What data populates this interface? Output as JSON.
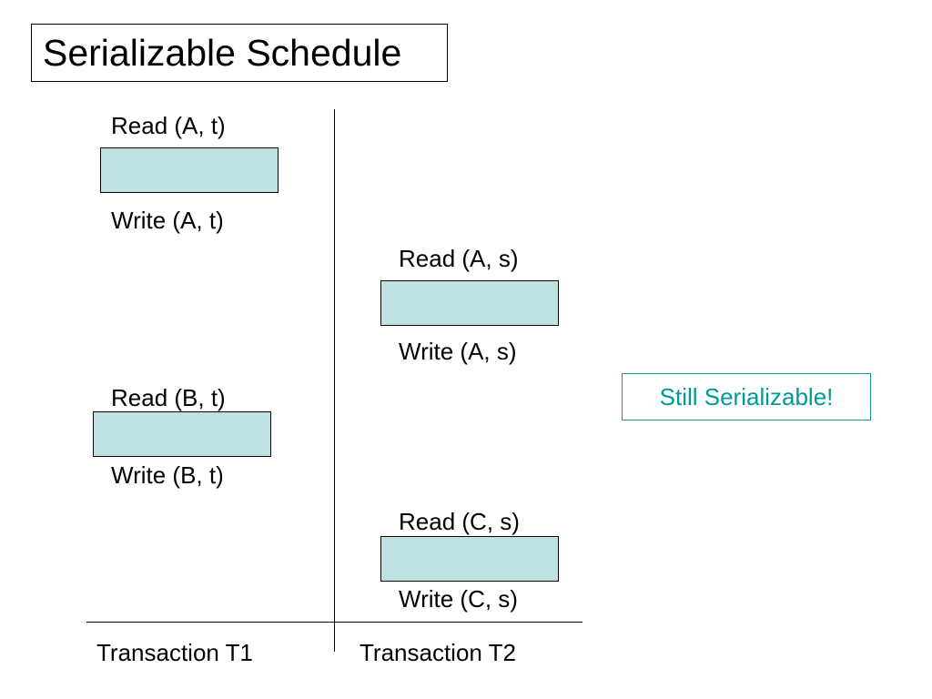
{
  "title": "Serializable Schedule",
  "t1": {
    "label": "Transaction T1",
    "ops": [
      "Read (A, t)",
      "Write (A, t)",
      "Read (B, t)",
      "Write (B, t)"
    ]
  },
  "t2": {
    "label": "Transaction T2",
    "ops": [
      "Read (A, s)",
      "Write (A, s)",
      "Read (C, s)",
      "Write (C, s)"
    ]
  },
  "note": "Still Serializable!",
  "colors": {
    "block_fill": "#bfe1e3",
    "note_text": "#009999",
    "note_border": "#1a9a91"
  }
}
